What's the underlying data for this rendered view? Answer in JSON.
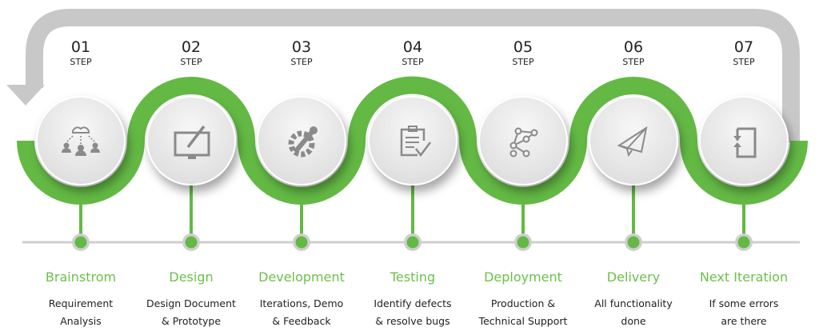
{
  "colors": {
    "green": "#63b944",
    "dark_green": "#2e5e22",
    "gray_arrow": "#c8c8c8",
    "icon": "#8a8a8a"
  },
  "step_word": "STEP",
  "steps": [
    {
      "number": "01",
      "title": "Brainstrom",
      "desc_1": "Requirement",
      "desc_2": "Analysis",
      "icon": "cloud-network-icon"
    },
    {
      "number": "02",
      "title": "Design",
      "desc_1": "Design Document",
      "desc_2": "& Prototype",
      "icon": "monitor-pen-icon"
    },
    {
      "number": "03",
      "title": "Development",
      "desc_1": "Iterations, Demo",
      "desc_2": "& Feedback",
      "icon": "gear-wrench-icon"
    },
    {
      "number": "04",
      "title": "Testing",
      "desc_1": "Identify defects",
      "desc_2": "& resolve bugs",
      "icon": "clipboard-check-icon"
    },
    {
      "number": "05",
      "title": "Deployment",
      "desc_1": "Production &",
      "desc_2": "Technical Support",
      "icon": "node-path-icon"
    },
    {
      "number": "06",
      "title": "Delivery",
      "desc_1": "All functionality",
      "desc_2": "done",
      "icon": "paper-plane-icon"
    },
    {
      "number": "07",
      "title": "Next Iteration",
      "desc_1": "If some errors",
      "desc_2": "are there",
      "icon": "loop-arrow-icon"
    }
  ]
}
